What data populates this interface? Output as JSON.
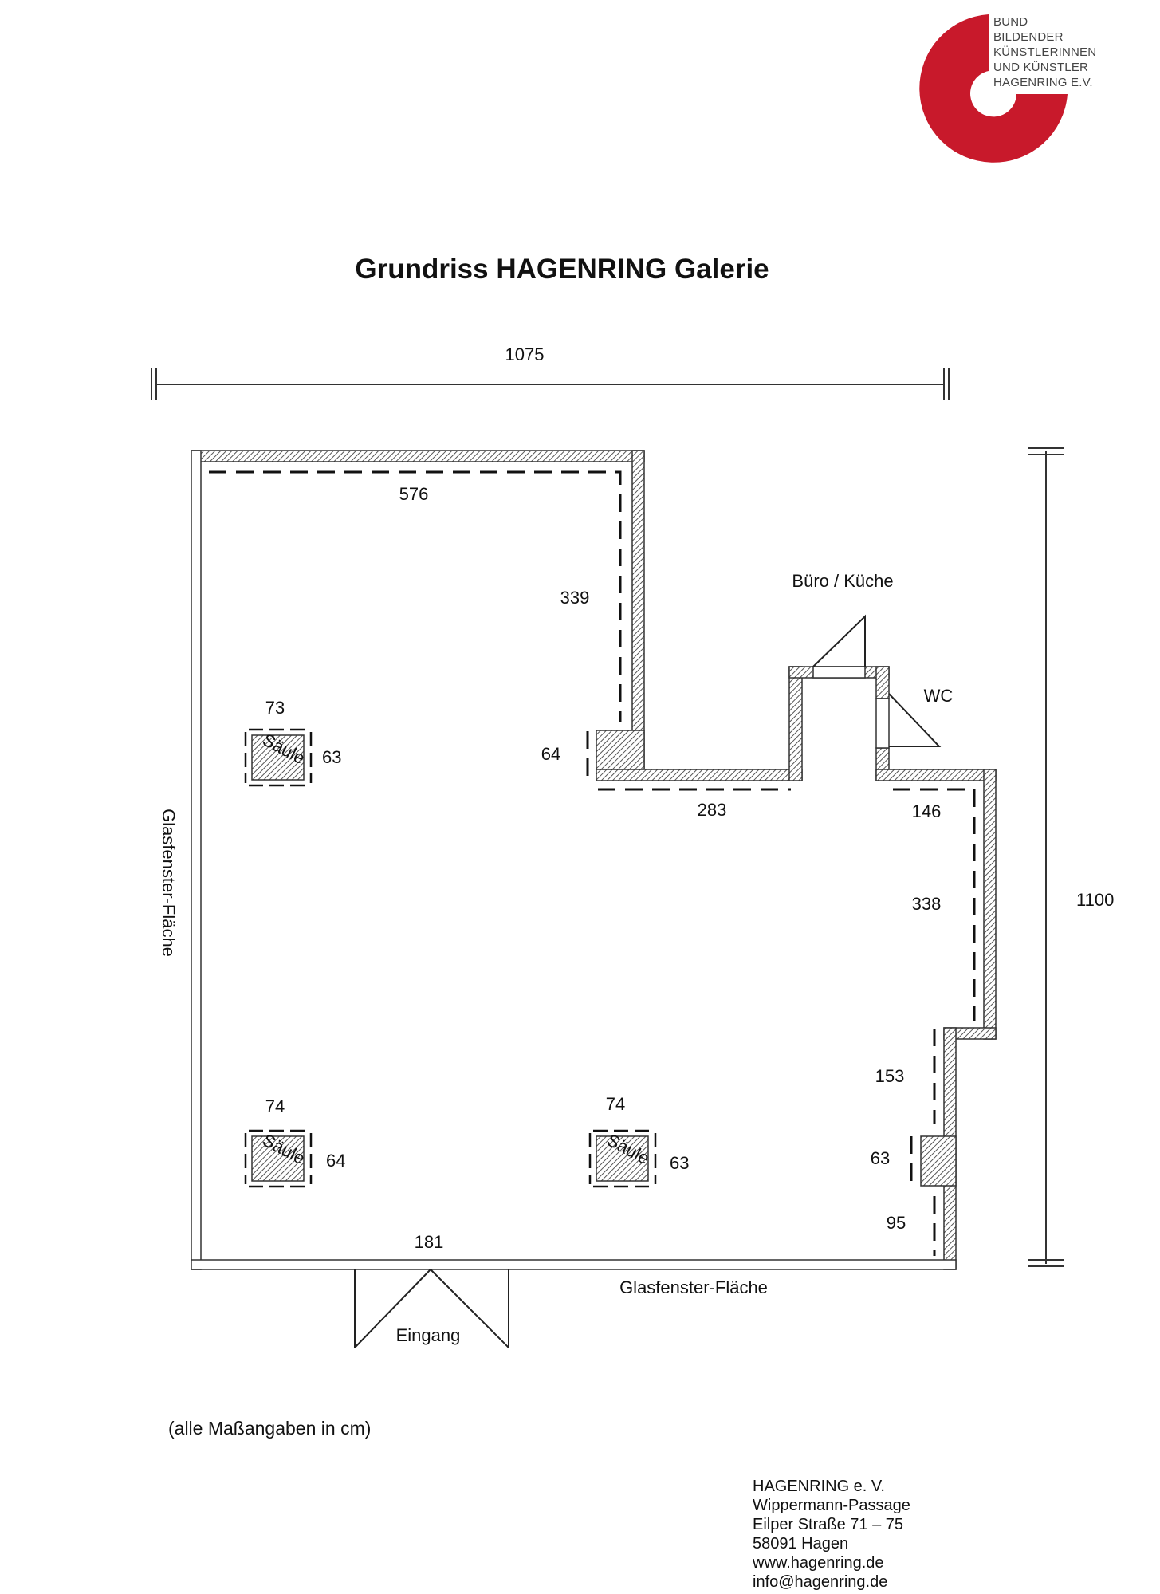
{
  "logo": {
    "lines": [
      "BUND",
      "BILDENDER",
      "KÜNSTLERINNEN",
      "UND KÜNSTLER",
      "HAGENRING E.V."
    ],
    "color": "#c8192b"
  },
  "title": "Grundriss HAGENRING Galerie",
  "dimensions": {
    "total_width": "1075",
    "total_height": "1100",
    "top_wall": "576",
    "upper_right_wall": "339",
    "step": "64",
    "mid_wall": "283",
    "wc_wall": "146",
    "right_wall": "338",
    "lower_right_wall": "153",
    "pillar_right": "63",
    "bottom_right": "95",
    "entrance_width": "181"
  },
  "pillars": [
    {
      "label": "Säule",
      "width": "73",
      "depth": "63"
    },
    {
      "label": "Säule",
      "width": "74",
      "depth": "64"
    },
    {
      "label": "Säule",
      "width": "74",
      "depth": "63"
    }
  ],
  "rooms": {
    "office": "Büro / Küche",
    "wc": "WC",
    "entrance": "Eingang",
    "glass_left": "Glasfenster-Fläche",
    "glass_bottom": "Glasfenster-Fläche"
  },
  "note": "(alle Maßangaben in cm)",
  "address": {
    "lines": [
      "HAGENRING e. V.",
      "Wippermann-Passage",
      "Eilper Straße 71 – 75",
      "58091 Hagen",
      "www.hagenring.de",
      "info@hagenring.de"
    ]
  }
}
